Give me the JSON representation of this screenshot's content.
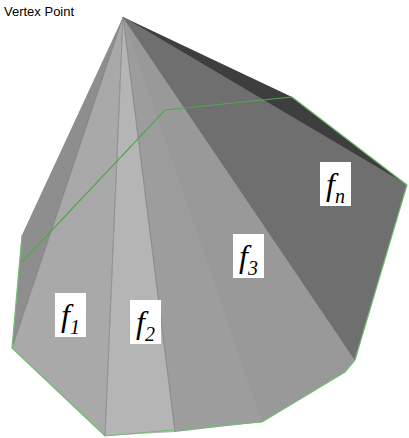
{
  "diagram": {
    "labels": [
      "Vertex Point",
      "f1",
      "f2",
      "f3",
      "fn"
    ]
  }
}
